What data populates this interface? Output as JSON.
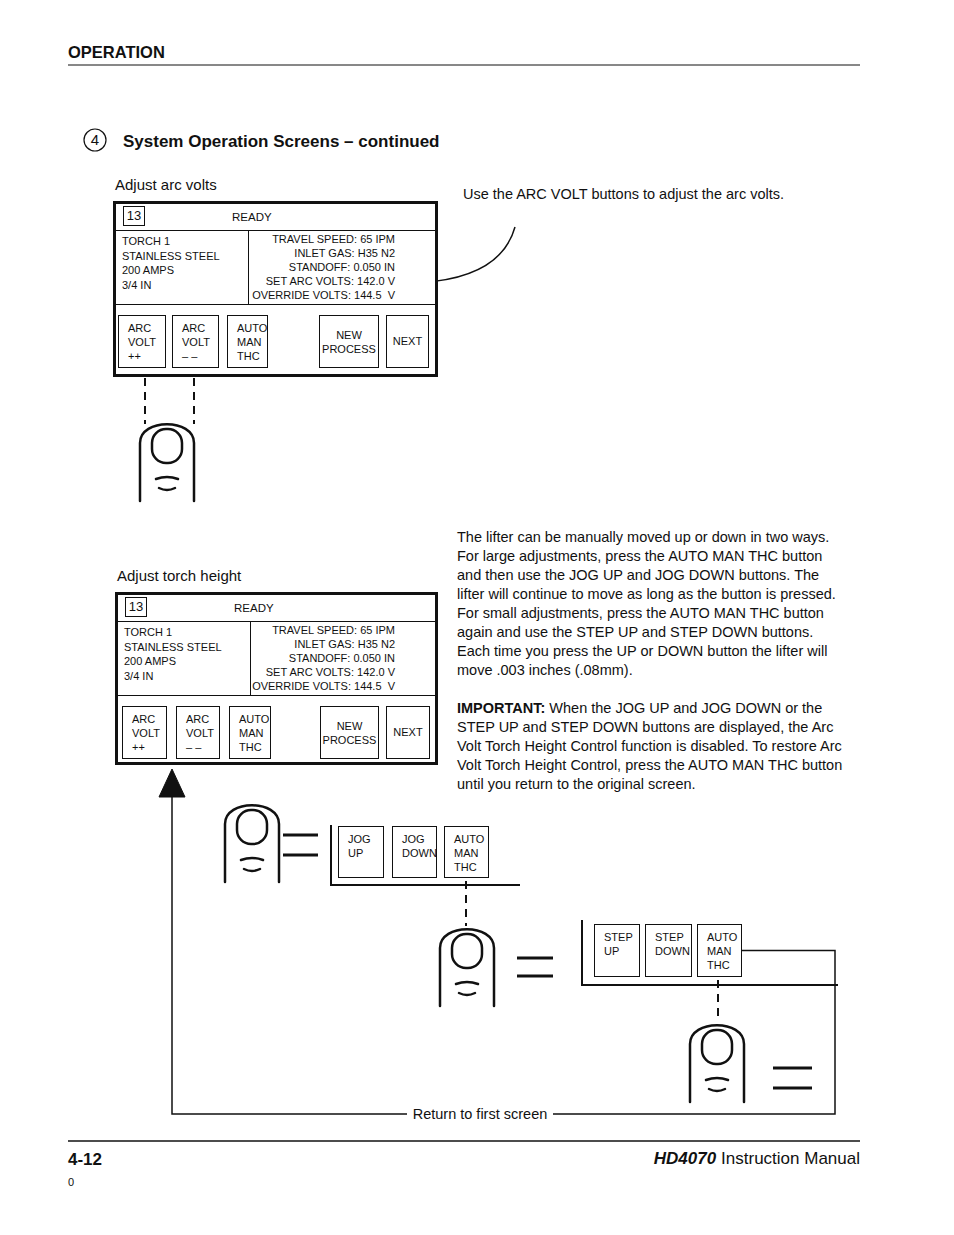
{
  "diagram": {
    "title": "System Operation Screens – continued",
    "nodes": [
      {
        "text": [
          "Adjust arc volts"
        ]
      },
      {
        "text": [
          "READY"
        ],
        "in": 0
      },
      {
        "text": [
          "13"
        ],
        "in": 1
      },
      {
        "text": [
          "TORCH 1",
          "STAINLESS STEEL",
          "200 AMPS",
          "3/4 IN"
        ],
        "in": 0
      },
      {
        "text": [
          "TRAVEL SPEED: 65 IPM",
          "INLET GAS: H35 N2",
          "STANDOFF: 0.050 IN",
          "SET ARC VOLTS: 142.0 V",
          "OVERRIDE VOLTS: 144.5  V"
        ],
        "in": 0
      },
      {
        "text": [
          "ARC VOLT",
          "++"
        ],
        "in": 0
      },
      {
        "text": [
          "ARC VOLT",
          "– –"
        ],
        "in": 0
      },
      {
        "text": [
          "AUTO MAN THC"
        ],
        "in": 0
      },
      {
        "text": [
          "NEW PROCESS"
        ],
        "in": 0
      },
      {
        "text": [
          "NEXT"
        ],
        "in": 0
      },
      {
        "text": [
          "Adjust torch height"
        ]
      },
      {
        "text": [
          "READY"
        ],
        "in": 10
      },
      {
        "text": [
          "13"
        ],
        "in": 11
      },
      {
        "text": [
          "TORCH 1",
          "STAINLESS STEEL",
          "200 AMPS",
          "3/4 IN"
        ],
        "in": 10
      },
      {
        "text": [
          "TRAVEL SPEED: 65 IPM",
          "INLET GAS: H35 N2",
          "STANDOFF: 0.050 IN",
          "SET ARC VOLTS: 142.0 V",
          "OVERRIDE VOLTS: 144.5  V"
        ],
        "in": 10
      },
      {
        "text": [
          "ARC VOLT",
          "++"
        ],
        "in": 10
      },
      {
        "text": [
          "ARC VOLT",
          "– –"
        ],
        "in": 10
      },
      {
        "text": [
          "AUTO MAN THC"
        ],
        "in": 10
      },
      {
        "text": [
          "NEW PROCESS"
        ],
        "in": 10
      },
      {
        "text": [
          "NEXT"
        ],
        "in": 10
      },
      {
        "text": [
          "JOG UP"
        ]
      },
      {
        "text": [
          "JOG DOWN"
        ]
      },
      {
        "text": [
          "AUTO MAN THC"
        ]
      },
      {
        "text": [
          "STEP UP"
        ]
      },
      {
        "text": [
          "STEP DOWN"
        ]
      },
      {
        "text": [
          "AUTO MAN THC"
        ]
      }
    ],
    "edges": [
      {
        "from": 25,
        "to": 10,
        "arrow": "to",
        "label": "Return to first screen"
      }
    ],
    "labels": [
      "OPERATION",
      "4",
      "Use the ARC VOLT buttons to adjust the arc volts.",
      "The lifter can be manually moved up or down in two ways. For large adjustments, press the AUTO MAN THC button and then use the JOG UP and JOG DOWN buttons. The lifter will continue to move as long as the button is pressed. For small adjustments, press the AUTO MAN THC button again and use the STEP UP and STEP DOWN buttons. Each time you press the UP or DOWN button the lifter will move .003 inches (.08mm).",
      "IMPORTANT:",
      "When the JOG UP and JOG DOWN or the STEP UP and STEP DOWN buttons are displayed, the Arc Volt Torch Height Control function is disabled. To restore Arc Volt Torch Height Control, press the AUTO MAN THC button until you return to the original screen.",
      "4-12",
      "HD4070",
      "Instruction Manual",
      "0"
    ]
  }
}
